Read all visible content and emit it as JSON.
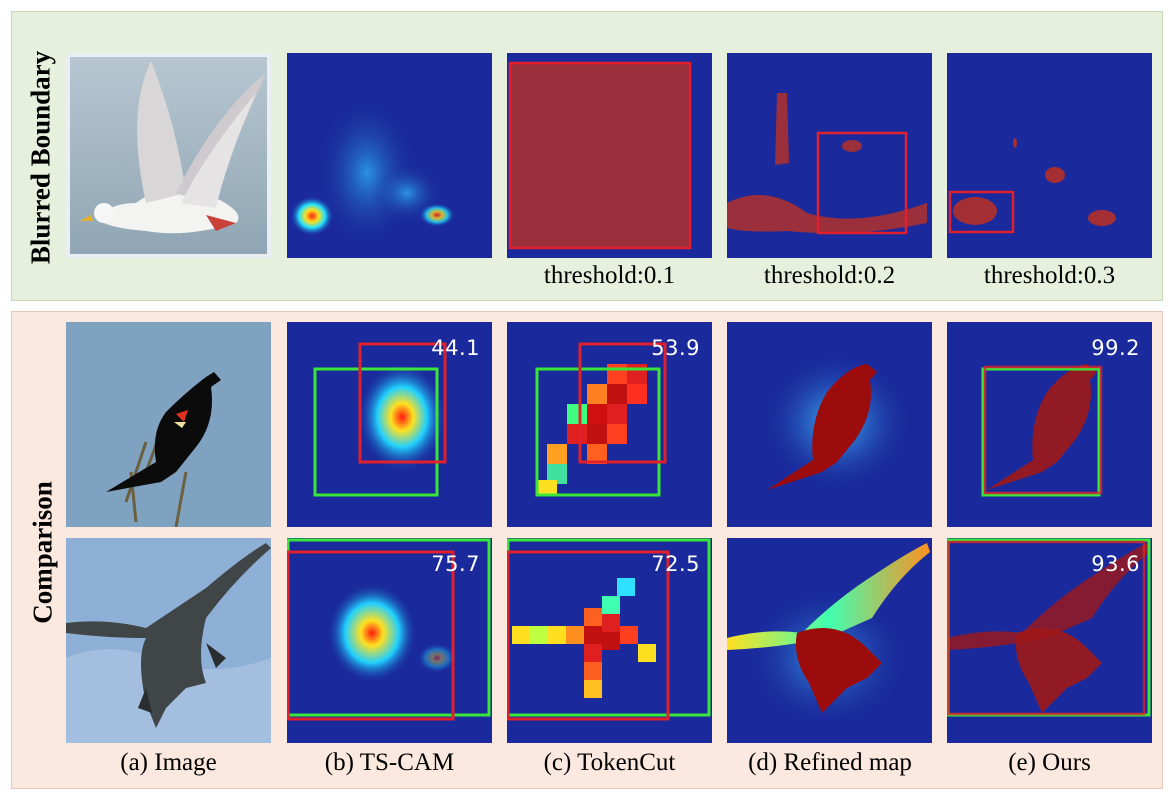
{
  "figure": {
    "row_labels": {
      "top": "Blurred Boundary",
      "bottom": "Comparison"
    },
    "thresholds": [
      "threshold:0.1",
      "threshold:0.2",
      "threshold:0.3"
    ],
    "column_captions": [
      "(a) Image",
      "(b) TS-CAM",
      "(c) TokenCut",
      "(d) Refined map",
      "(e) Ours"
    ],
    "scores": {
      "row1": {
        "ts_cam": "44.1",
        "tokencut": "53.9",
        "ours": "99.2"
      },
      "row2": {
        "ts_cam": "75.7",
        "tokencut": "72.5",
        "ours": "93.6"
      }
    },
    "colors": {
      "top_panel_bg": "#e6f0dc",
      "bottom_panel_bg": "#fbe9df",
      "heatmap_base": "#1a2a9c",
      "gt_box": "#39e639",
      "pred_box": "#e0202a"
    }
  }
}
